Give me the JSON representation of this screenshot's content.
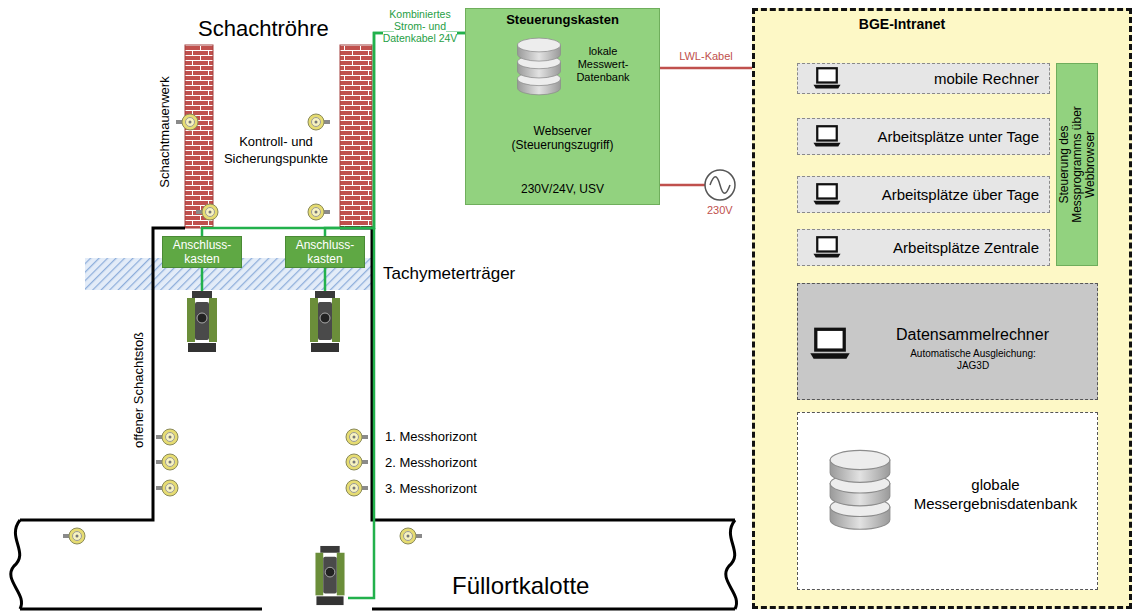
{
  "diagram": {
    "nodes": [
      {
        "text": [
          "Steuerungskasten",
          "lokale Messwert-Datenbank",
          "Webserver (Steuerungszugriff)",
          "230V/24V, USV"
        ]
      },
      {
        "text": [
          "BGE-Intranet"
        ]
      },
      {
        "text": [
          "mobile Rechner"
        ],
        "in": 1
      },
      {
        "text": [
          "Arbeitsplätze unter Tage"
        ],
        "in": 1
      },
      {
        "text": [
          "Arbeitsplätze über Tage"
        ],
        "in": 1
      },
      {
        "text": [
          "Arbeitsplätze Zentrale"
        ],
        "in": 1
      },
      {
        "text": [
          "Steuerung des Messprogramms über Webbrowser"
        ],
        "in": 1
      },
      {
        "text": [
          "Datensammelrechner",
          "Automatische Ausgleichung: JAG3D"
        ],
        "in": 1
      },
      {
        "text": [
          "globale Messergebnisdatenbank"
        ],
        "in": 1
      },
      {
        "text": [
          "Anschluss- kasten"
        ]
      },
      {
        "text": [
          "Anschluss- kasten"
        ]
      }
    ],
    "edges": [
      {
        "from": 0,
        "to": 9,
        "arrow": "none",
        "label": "Kombiniertes Strom- und Datenkabel 24V"
      },
      {
        "from": 0,
        "to": 10,
        "arrow": "none"
      },
      {
        "from": 0,
        "to": 1,
        "arrow": "none",
        "label": "LWL-Kabel"
      }
    ],
    "labels": [
      "Schachtröhre",
      "Schachtmauerwerk",
      "Kontroll- und Sicherungspunkte",
      "230V",
      "Tachymeterträger",
      "offener Schachtstoß",
      "1. Messhorizont",
      "2. Messhorizont",
      "3. Messhorizont",
      "Füllortkalotte"
    ]
  }
}
